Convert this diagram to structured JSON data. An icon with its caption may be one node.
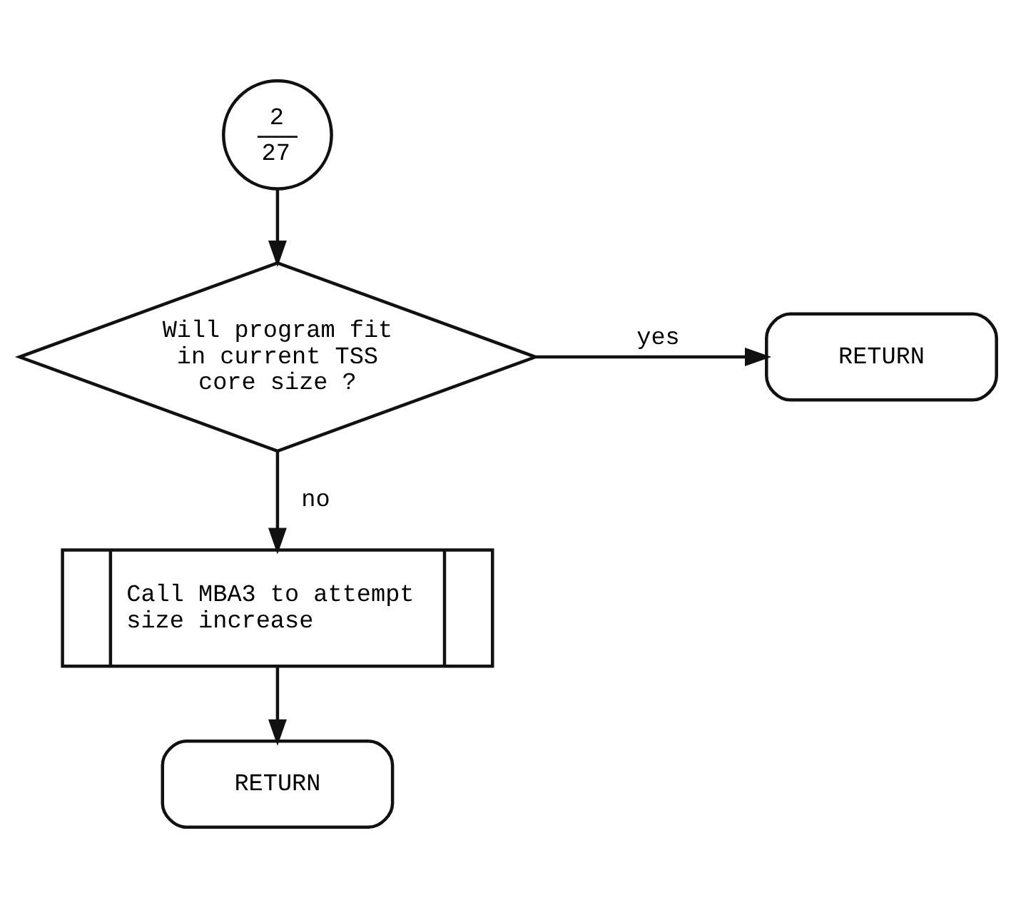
{
  "diagram": {
    "nodes": [
      {
        "text": [
          "2",
          "27"
        ]
      },
      {
        "text": [
          "Will program fit in current TSS core size ?"
        ]
      },
      {
        "text": [
          "RETURN"
        ]
      },
      {
        "text": [
          "Call MBA3 to attempt size increase"
        ]
      },
      {
        "text": [
          "RETURN"
        ]
      }
    ],
    "edges": [
      {
        "from": 0,
        "to": 1,
        "arrow": "to"
      },
      {
        "from": 1,
        "to": 2,
        "arrow": "to",
        "label": "yes"
      },
      {
        "from": 1,
        "to": 3,
        "arrow": "to",
        "label": "no"
      },
      {
        "from": 3,
        "to": 4,
        "arrow": "to"
      }
    ]
  }
}
